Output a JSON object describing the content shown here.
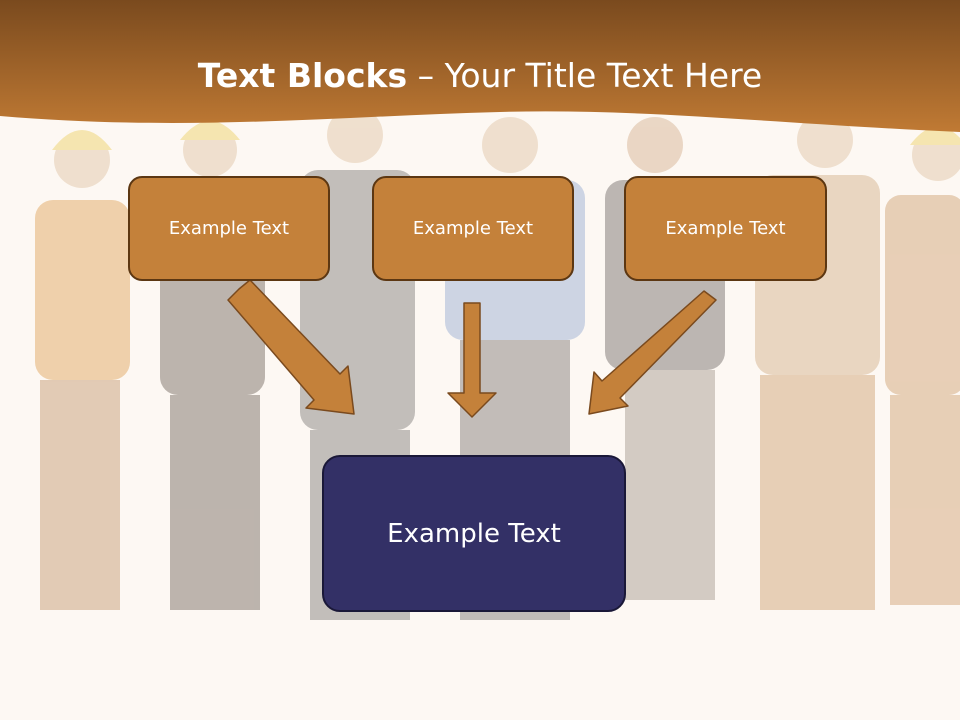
{
  "title": {
    "bold": "Text Blocks",
    "rest": " – Your Title Text Here"
  },
  "boxes": {
    "left": "Example Text",
    "center": "Example Text",
    "right": "Example Text",
    "main": "Example Text"
  },
  "colors": {
    "title_band": "#b86f2a",
    "box_fill": "#c4813a",
    "box_border": "#5c3712",
    "main_fill": "#333066",
    "arrow_fill": "#c4813a"
  }
}
